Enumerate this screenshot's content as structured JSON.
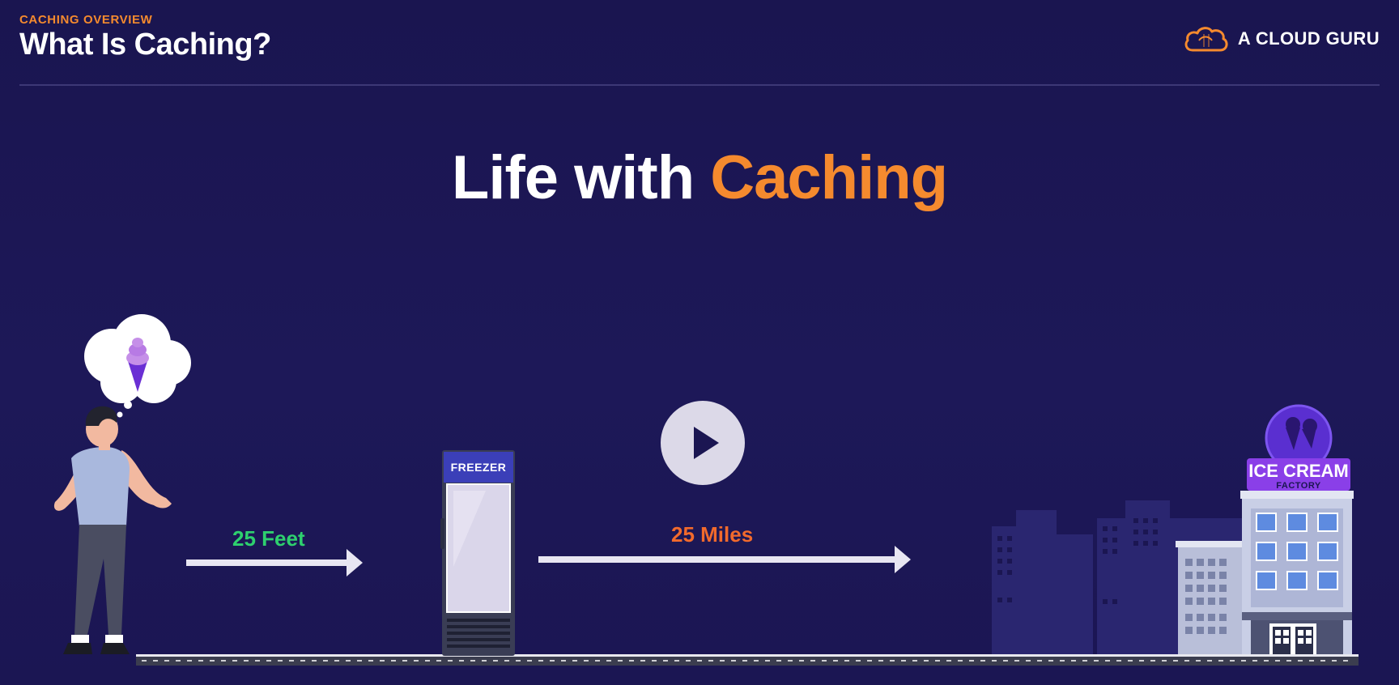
{
  "header": {
    "section": "CACHING OVERVIEW",
    "title": "What Is Caching?",
    "brand": "A CLOUD GURU"
  },
  "headline": {
    "prefix": "Life with",
    "accent": "Caching"
  },
  "distances": {
    "near": "25 Feet",
    "far": "25 Miles"
  },
  "freezer": {
    "label": "FREEZER"
  },
  "factory": {
    "sign": "ICE CREAM",
    "sub": "FACTORY"
  },
  "icons": {
    "brand": "cloud-logo-icon",
    "play": "play-icon",
    "thought": "ice-cream-thought-icon"
  },
  "colors": {
    "background": "#1b1652",
    "accent": "#f58a2e",
    "near": "#2ed06e",
    "far": "#f26a2c"
  }
}
